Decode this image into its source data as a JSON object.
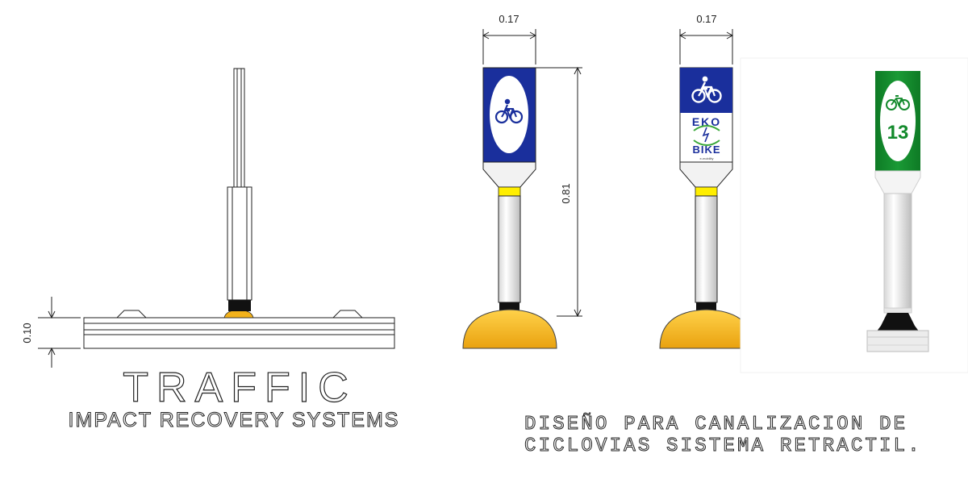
{
  "left_panel": {
    "dimension_base": "0.10",
    "brand_title": "TRAFFIC",
    "brand_subtitle": "IMPACT RECOVERY SYSTEMS"
  },
  "post_a": {
    "width_label": "0.17",
    "height_label": "0.81",
    "sign_icon": "bicycle-icon",
    "sign_color": "#1a2f9c"
  },
  "post_b": {
    "width_label": "0.17",
    "sign_icon": "bicycle-icon",
    "sign_color": "#1a2f9c",
    "logo_line1": "EKO",
    "logo_line2": "BIKE",
    "logo_small": "e-mobility"
  },
  "post_c": {
    "sign_icon": "bicycle-icon",
    "sign_color": "#138a2c",
    "number": "13"
  },
  "caption": {
    "line1": "DISEÑO PARA CANALIZACION DE",
    "line2": "CICLOVIAS SISTEMA RETRACTIL."
  },
  "colors": {
    "base_yellow": "#f3b21b",
    "reflective_band": "#ffee00"
  }
}
